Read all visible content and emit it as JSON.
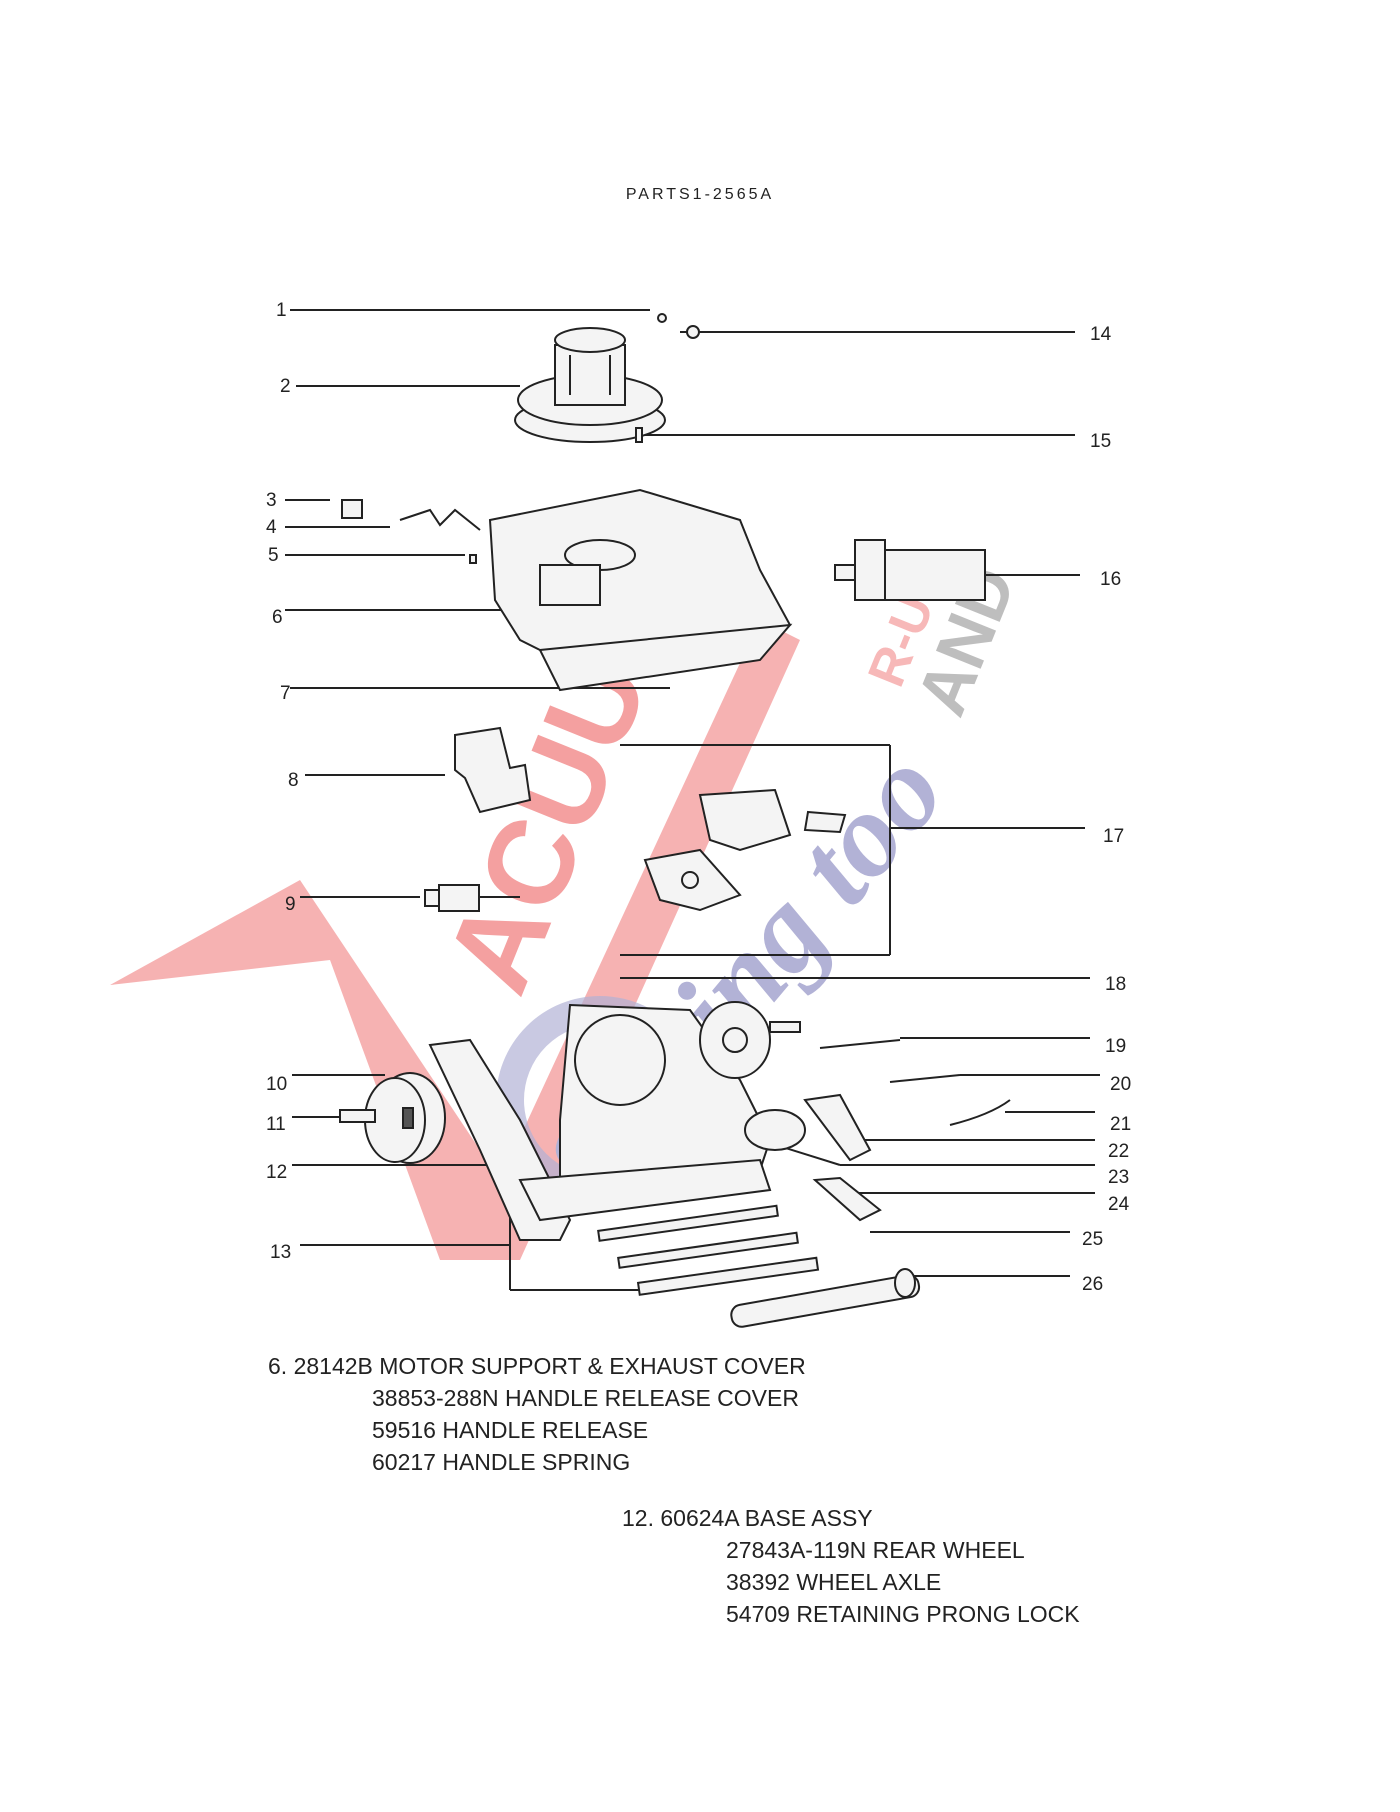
{
  "header": {
    "title": "PARTS1-2565A"
  },
  "watermark": {
    "main": "ACUUMS",
    "small1": "R-US",
    "small2": "AND",
    "script": "Sewing too",
    "red": "#f08080",
    "gray": "#a9a9a9",
    "blue": "#9898c8"
  },
  "callouts": [
    "1",
    "2",
    "3",
    "4",
    "5",
    "6",
    "7",
    "8",
    "9",
    "10",
    "11",
    "12",
    "13",
    "14",
    "15",
    "16",
    "17",
    "18",
    "19",
    "20",
    "21",
    "22",
    "23",
    "24",
    "25",
    "26"
  ],
  "descriptions": {
    "group6": {
      "title": "6. 28142B MOTOR SUPPORT & EXHAUST COVER",
      "items": [
        "38853-288N HANDLE RELEASE COVER",
        "59516 HANDLE RELEASE",
        "60217 HANDLE SPRING"
      ]
    },
    "group12": {
      "title": "12. 60624A BASE ASSY",
      "items": [
        "27843A-119N REAR WHEEL",
        "38392 WHEEL AXLE",
        "54709 RETAINING PRONG LOCK"
      ]
    }
  }
}
